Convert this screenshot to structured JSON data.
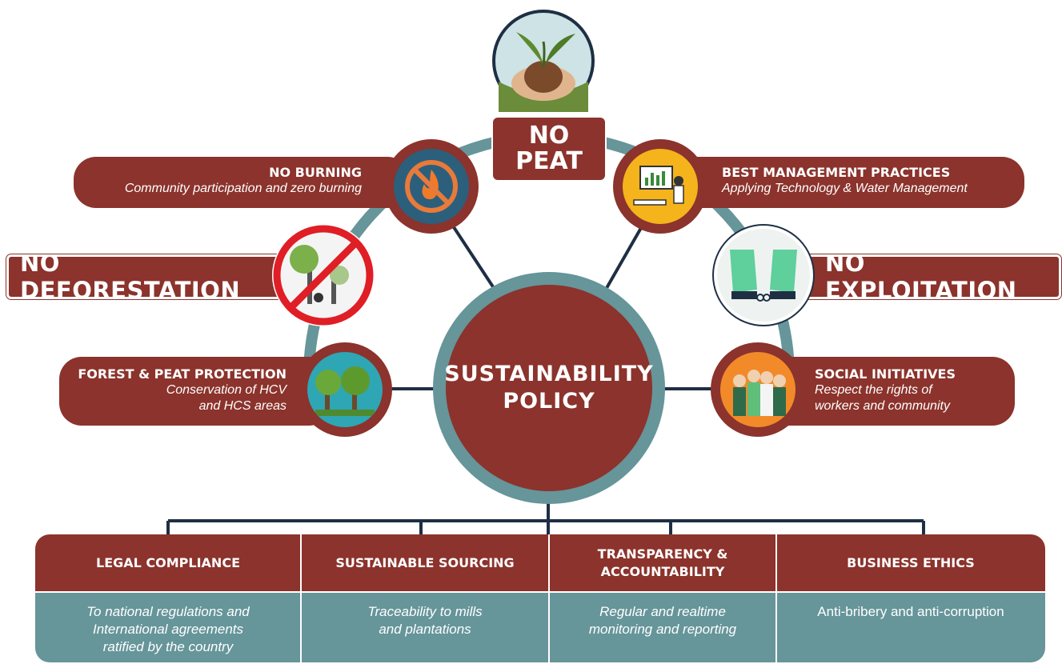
{
  "center": {
    "line1": "SUSTAINABILITY",
    "line2": "POLICY"
  },
  "no_peat": {
    "line1": "NO",
    "line2": "PEAT"
  },
  "no_deforestation": "NO DEFORESTATION",
  "no_exploitation": "NO EXPLOITATION",
  "no_burning": {
    "title": "NO BURNING",
    "subtitle": "Community participation and zero burning"
  },
  "best_practices": {
    "title": "BEST MANAGEMENT PRACTICES",
    "subtitle": "Applying Technology & Water Management"
  },
  "forest_protection": {
    "title": "FOREST & PEAT PROTECTION",
    "subtitle_line1": "Conservation of HCV",
    "subtitle_line2": "and HCS areas"
  },
  "social": {
    "title": "SOCIAL INITIATIVES",
    "subtitle_line1": "Respect the rights of",
    "subtitle_line2": "workers and community"
  },
  "pillars": [
    {
      "title": "LEGAL COMPLIANCE",
      "lines": [
        "To national regulations and",
        "International agreements",
        "ratified by the country"
      ]
    },
    {
      "title": "SUSTAINABLE SOURCING",
      "lines": [
        "Traceability to mills",
        "and plantations"
      ]
    },
    {
      "title_line1": "TRANSPARENCY &",
      "title_line2": "ACCOUNTABILITY",
      "lines": [
        "Regular and realtime",
        "monitoring and reporting"
      ]
    },
    {
      "title": "BUSINESS ETHICS",
      "lines": [
        "Anti-bribery and anti-corruption"
      ]
    }
  ],
  "colors": {
    "maroon": "#8b332c",
    "teal": "#66959a",
    "navy": "#1e2f44",
    "white": "#ffffff"
  },
  "icons": [
    "hands-seedling-icon",
    "no-fire-icon",
    "presentation-icon",
    "no-deforestation-icon",
    "broken-chains-icon",
    "trees-icon",
    "community-people-icon"
  ]
}
